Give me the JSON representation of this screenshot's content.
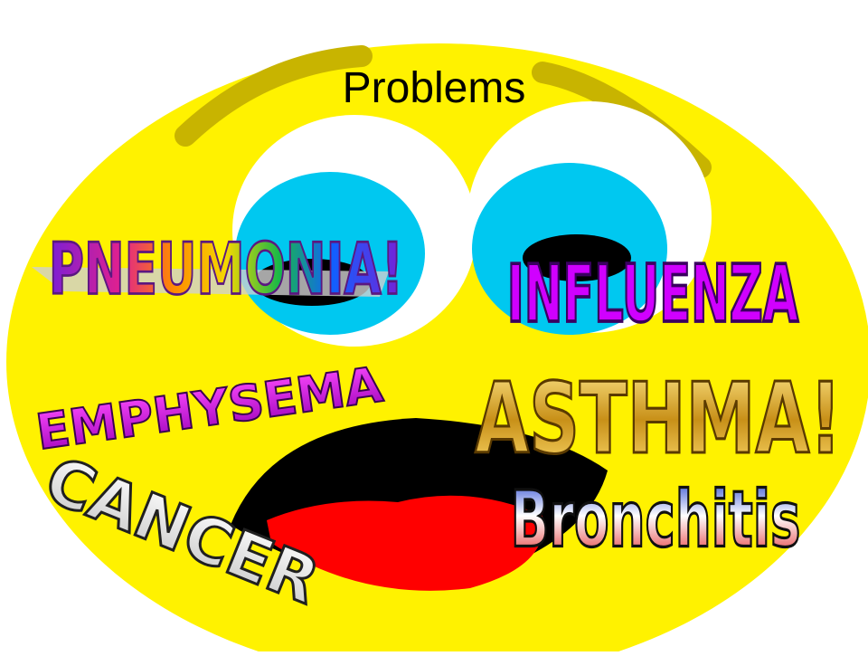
{
  "slide": {
    "title": "Problems"
  },
  "words": {
    "pneumonia": "PNEUMONIA!",
    "influenza": "INFLUENZA",
    "emphysema": "EMPHYSEMA",
    "asthma": "ASTHMA!",
    "cancer": "CANCER",
    "bronchitis": "Bronchitis"
  },
  "colors": {
    "face": "#fff200",
    "eye_white": "#ffffff",
    "iris": "#00c8f0",
    "pupil": "#000000",
    "eyebrow": "#c8b400",
    "mouth": "#000000",
    "tongue": "#ff0000"
  }
}
